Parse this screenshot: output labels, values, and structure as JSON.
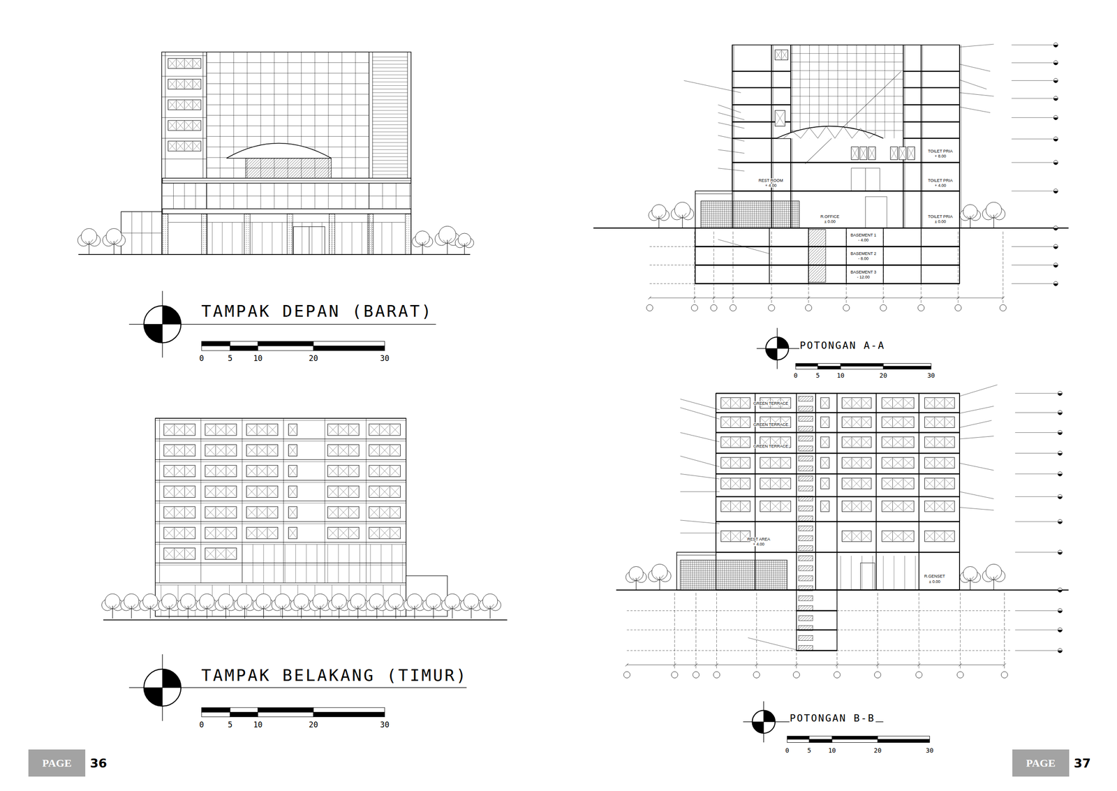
{
  "diagram": {
    "nodes": [
      {
        "text": [
          "PAGE",
          "36"
        ]
      },
      {
        "text": [
          "PAGE",
          "37"
        ]
      }
    ],
    "labels": [
      "TAMPAK DEPAN (BARAT)",
      "0",
      "5",
      "10",
      "20",
      "30",
      "TAMPAK BELAKANG (TIMUR)",
      "0",
      "5",
      "10",
      "20",
      "30",
      "POTONGAN A-A",
      "0",
      "5",
      "10",
      "20",
      "30",
      "TOILET PRIA",
      "+ 8.00",
      "REST ROOM",
      "+ 4.00",
      "TOILET PRIA",
      "+ 4.00",
      "R.OFFICE",
      "± 0.00",
      "TOILET PRIA",
      "± 0.00",
      "BASEMENT 1",
      "- 4.00",
      "BASEMENT 2",
      "- 8.00",
      "BASEMENT 3",
      "- 12.00",
      "POTONGAN B-B",
      "0",
      "5",
      "10",
      "20",
      "30",
      "GREEN TERRACE",
      "GREEN TERRACE",
      "GREEN TERRACE",
      "REST AREA",
      "+ 4.00",
      "R.GENSET",
      "± 0.00"
    ]
  }
}
